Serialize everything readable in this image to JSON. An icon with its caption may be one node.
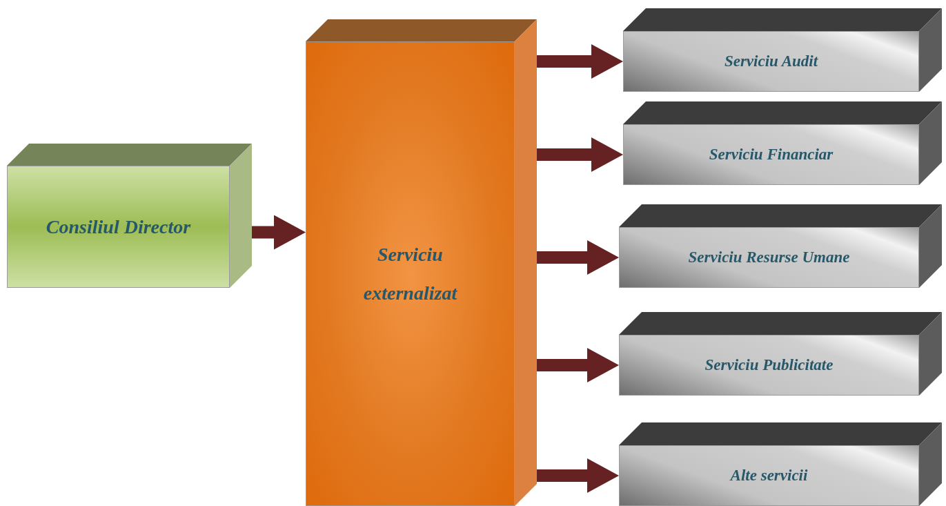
{
  "diagram": {
    "nodes": [
      {
        "text": [
          "Consiliul Director"
        ]
      },
      {
        "text": [
          "Serviciu externalizat"
        ]
      },
      {
        "text": [
          "Serviciu Audit"
        ]
      },
      {
        "text": [
          "Serviciu Financiar"
        ]
      },
      {
        "text": [
          "Serviciu Resurse Umane"
        ]
      },
      {
        "text": [
          "Serviciu Publicitate"
        ]
      },
      {
        "text": [
          "Alte servicii"
        ]
      }
    ],
    "edges": [
      {
        "from": 0,
        "to": 1,
        "arrow": "to"
      },
      {
        "from": 1,
        "to": 2,
        "arrow": "to"
      },
      {
        "from": 1,
        "to": 3,
        "arrow": "to"
      },
      {
        "from": 1,
        "to": 4,
        "arrow": "to"
      },
      {
        "from": 1,
        "to": 5,
        "arrow": "to"
      },
      {
        "from": 1,
        "to": 6,
        "arrow": "to"
      }
    ]
  }
}
